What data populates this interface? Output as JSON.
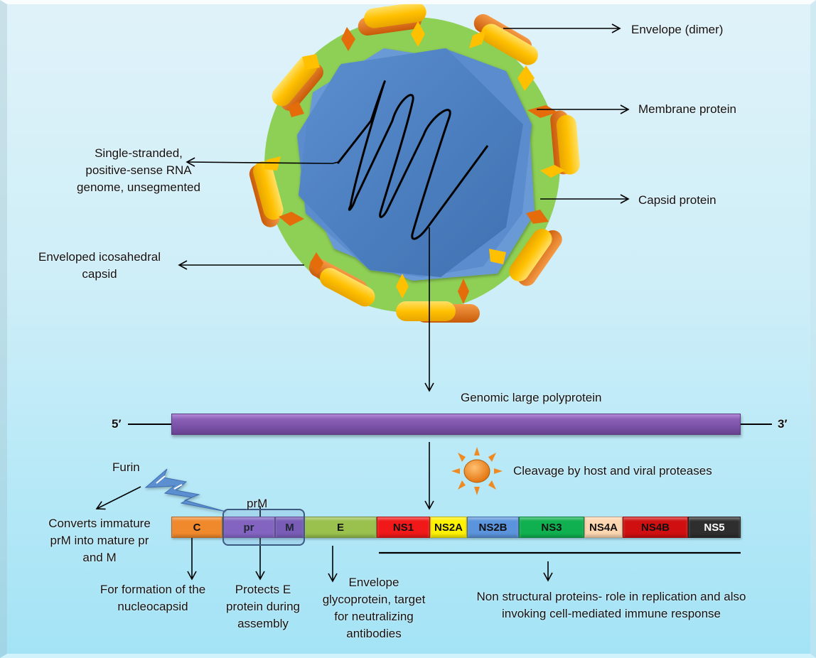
{
  "virion_labels": {
    "envelope_dimer": "Envelope (dimer)",
    "membrane_protein": "Membrane protein",
    "capsid_protein": "Capsid protein",
    "rna_genome": [
      "Single-stranded,",
      "positive-sense RNA",
      "genome, unsegmented"
    ],
    "enveloped_capsid": [
      "Enveloped icosahedral",
      "capsid"
    ]
  },
  "polyprotein": {
    "title": "Genomic large polyprotein",
    "five_prime": "5′",
    "three_prime": "3′",
    "color": "#7a52a8"
  },
  "cleavage": {
    "label": "Cleavage by host and viral proteases",
    "icon": "sun-icon"
  },
  "furin": {
    "label": "Furin",
    "icon": "lightning-icon",
    "effect": [
      "Converts immature",
      "prM into mature pr",
      "and M"
    ]
  },
  "prm_label": "prM",
  "segments": [
    {
      "label": "C",
      "color": "#f0892c"
    },
    {
      "label": "pr",
      "color": "#8a5cc0"
    },
    {
      "label": "M",
      "color": "#7e52b2"
    },
    {
      "label": "E",
      "color": "#9ac14e"
    },
    {
      "label": "NS1",
      "color": "#f01818"
    },
    {
      "label": "NS2A",
      "color": "#fff200"
    },
    {
      "label": "NS2B",
      "color": "#5b94dc"
    },
    {
      "label": "NS3",
      "color": "#10b050"
    },
    {
      "label": "NS4A",
      "color": "#fcd6b0"
    },
    {
      "label": "NS4B",
      "color": "#d01010"
    },
    {
      "label": "NS5",
      "color": "#2e2e2e",
      "text_color": "#ffffff"
    }
  ],
  "functions": {
    "c": [
      "For formation of the",
      "nucleocapsid"
    ],
    "pr": [
      "Protects E",
      "protein during",
      "assembly"
    ],
    "e": [
      "Envelope",
      "glycoprotein, target",
      "for neutralizing",
      "antibodies"
    ],
    "ns": [
      "Non structural proteins- role in replication and also",
      "invoking cell-mediated immune response"
    ]
  },
  "colors": {
    "envelope_ring": "#8dcc52",
    "capsid": "#4f81bd",
    "envelope_protein": "#ffc000",
    "membrane_protein": "#e46c0a"
  }
}
